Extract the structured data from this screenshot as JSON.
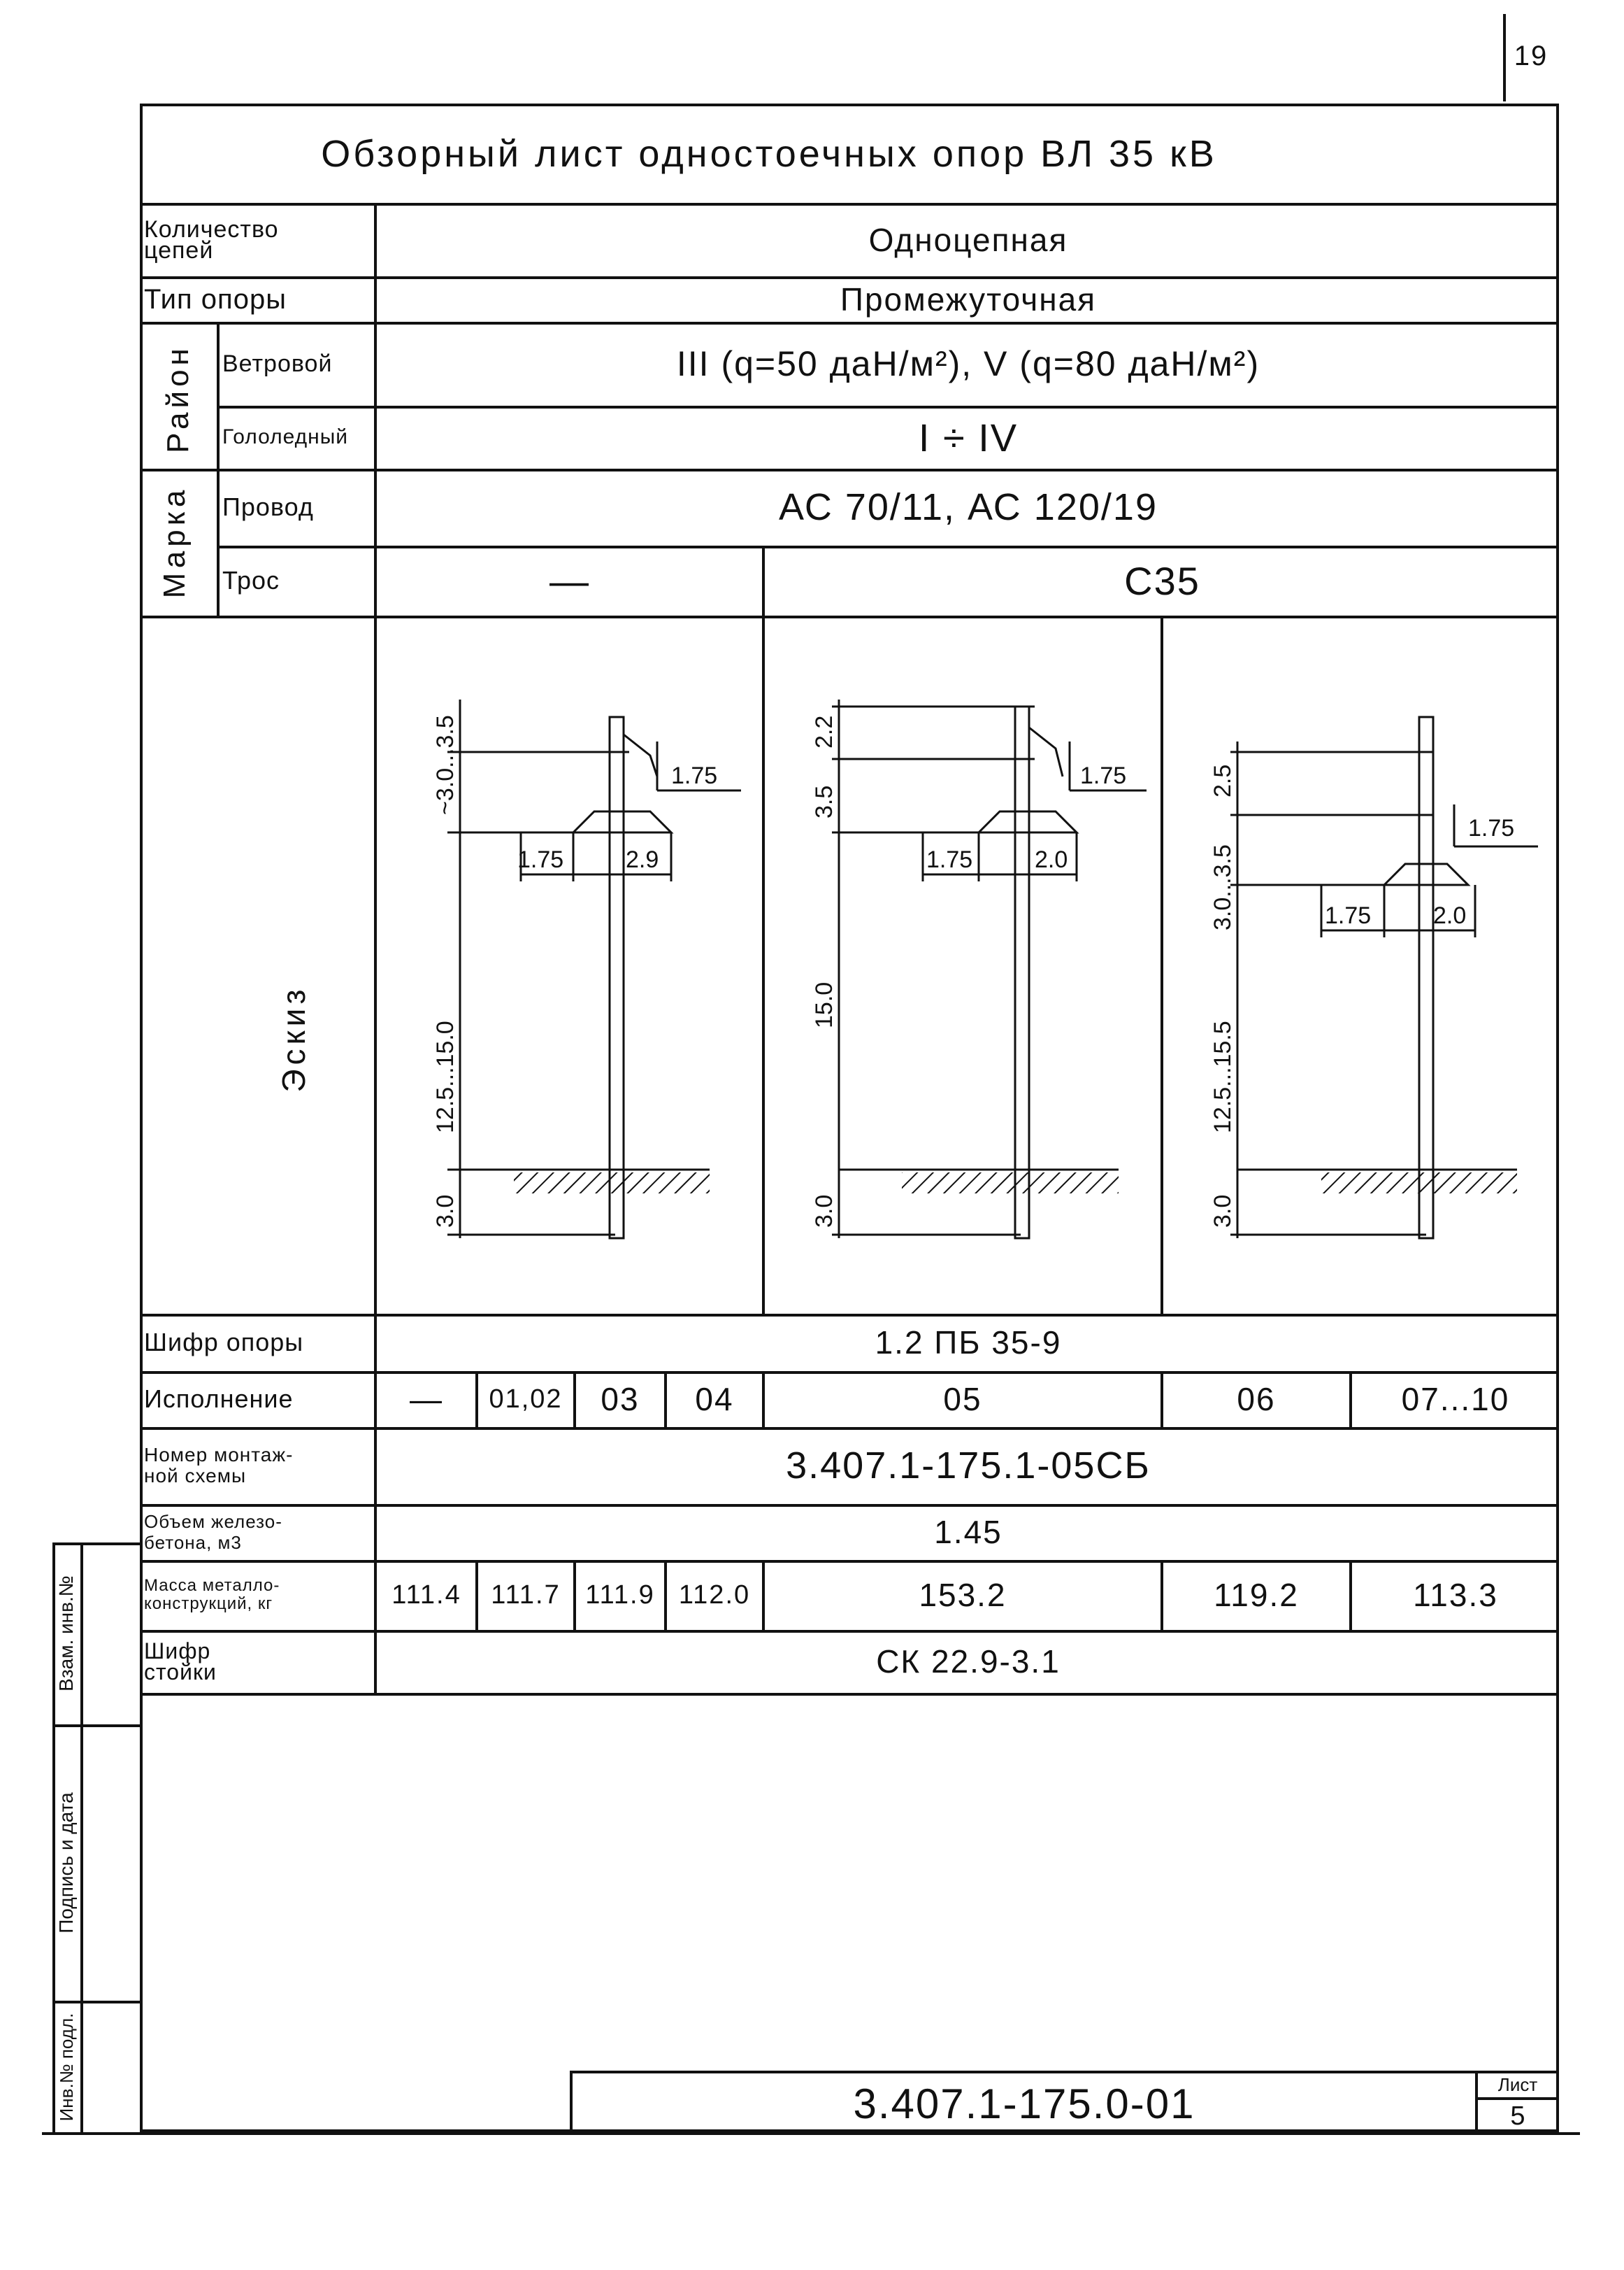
{
  "page_number": "19",
  "title": "Обзорный лист одностоечных опор ВЛ 35 кВ",
  "rows": {
    "circuits": {
      "label": "Количество\nцепей",
      "value": "Одноцепная"
    },
    "support_type": {
      "label": "Тип опоры",
      "value": "Промежуточная"
    },
    "region": {
      "label": "Район",
      "wind": {
        "label": "Ветровой",
        "value": "III (q=50 даН/м²),  V (q=80 даН/м²)"
      },
      "ice": {
        "label": "Гололедный",
        "value": "I ÷ IV"
      }
    },
    "brand": {
      "label": "Марка",
      "wire": {
        "label": "Провод",
        "value": "АС 70/11,  АС 120/19"
      },
      "cable": {
        "label": "Трос",
        "values": [
          "—",
          "С35"
        ]
      }
    },
    "sketch": {
      "label": "Эскиз"
    },
    "support_code": {
      "label": "Шифр опоры",
      "value": "1.2 ПБ 35-9"
    },
    "version": {
      "label": "Исполнение",
      "values": [
        "—",
        "01,02",
        "03",
        "04",
        "05",
        "06",
        "07...10"
      ]
    },
    "scheme": {
      "label": "Номер монтаж-\nной схемы",
      "value": "3.407.1-175.1-05СБ"
    },
    "concrete": {
      "label": "Объем железо-\nбетона, м3",
      "value": "1.45"
    },
    "metal": {
      "label": "Масса металло-\nконструкций, кг",
      "values": [
        "111.4",
        "111.7",
        "111.9",
        "112.0",
        "153.2",
        "119.2",
        "113.3"
      ]
    },
    "post_code": {
      "label": "Шифр\nстойки",
      "value": "СК 22.9-3.1"
    }
  },
  "sketches": [
    {
      "dims_vertical": [
        "~3.0...3.5",
        "12.5...15.0",
        "3.0"
      ],
      "dim_top_right": "1.75",
      "dim_left": "1.75",
      "dim_right": "2.9"
    },
    {
      "dims_vertical": [
        "2.2",
        "3.5",
        "15.0",
        "3.0"
      ],
      "dim_top_right": "1.75",
      "dim_left": "1.75",
      "dim_right": "2.0"
    },
    {
      "dims_vertical": [
        "2.5",
        "3.0...3.5",
        "12.5...15.5",
        "3.0"
      ],
      "dim_top_right": "1.75",
      "dim_left": "1.75",
      "dim_right": "2.0"
    }
  ],
  "stamp": {
    "inv_original": "Инв.№ подл.",
    "signature_date": "Подпись и дата",
    "replace_inv": "Взам. инв.№",
    "doc_code": "3.407.1-175.0-01",
    "sheet_label": "Лист",
    "sheet_number": "5"
  }
}
